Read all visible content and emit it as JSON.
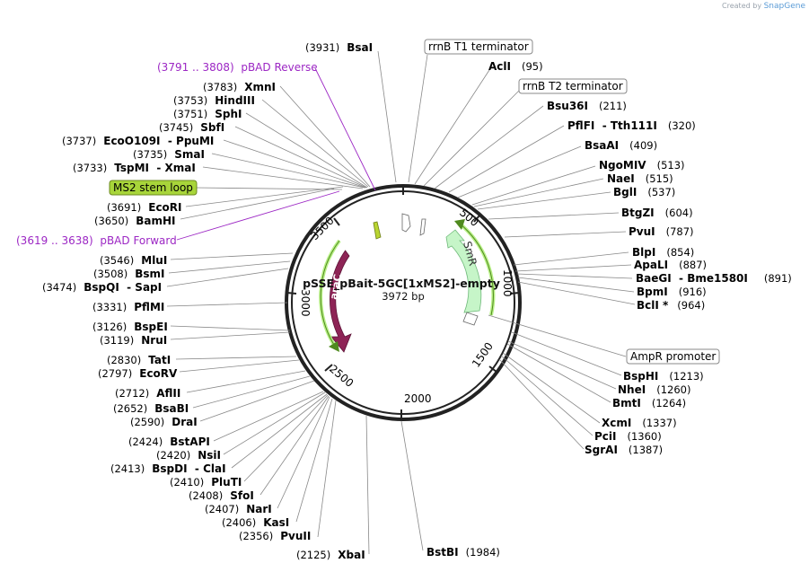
{
  "credit": {
    "prefix": "Created by",
    "brand": "SnapGene"
  },
  "plasmid": {
    "name": "pSSE_pBait-5GC[1xMS2]-empty",
    "size_label": "3972 bp",
    "length": 3972
  },
  "ticks": [
    "500",
    "1000",
    "1500",
    "2000",
    "2500",
    "3000",
    "3500"
  ],
  "boxed_features": [
    {
      "text": "rrnB T1 terminator",
      "style": "white"
    },
    {
      "text": "rrnB T2 terminator",
      "style": "white"
    },
    {
      "text": "AmpR promoter",
      "style": "white"
    },
    {
      "text": "MS2 stem loop",
      "style": "green"
    }
  ],
  "primer_features": [
    {
      "text": "(3791 .. 3808)  pBAD Reverse"
    },
    {
      "text": "(3619 .. 3638)  pBAD Forward"
    }
  ],
  "map_features": [
    {
      "label": "araC",
      "color": "#8e2456"
    },
    {
      "label": "SmR",
      "color": "#c6f5c8"
    }
  ],
  "sites": [
    {
      "name": "BsaI",
      "pos": "(3931)"
    },
    {
      "name": "XmnI",
      "pos": "(3783)"
    },
    {
      "name": "HindIII",
      "pos": "(3753)"
    },
    {
      "name": "SphI",
      "pos": "(3751)"
    },
    {
      "name": "SbfI",
      "pos": "(3745)"
    },
    {
      "name": "EcoO109I  - PpuMI",
      "pos": "(3737)"
    },
    {
      "name": "SmaI",
      "pos": "(3735)"
    },
    {
      "name": "TspMI  - XmaI",
      "pos": "(3733)"
    },
    {
      "name": "EcoRI",
      "pos": "(3691)"
    },
    {
      "name": "BamHI",
      "pos": "(3650)"
    },
    {
      "name": "MluI",
      "pos": "(3546)"
    },
    {
      "name": "BsmI",
      "pos": "(3508)"
    },
    {
      "name": "BspQI  - SapI",
      "pos": "(3474)"
    },
    {
      "name": "PflMI",
      "pos": "(3331)"
    },
    {
      "name": "BspEI",
      "pos": "(3126)"
    },
    {
      "name": "NruI",
      "pos": "(3119)"
    },
    {
      "name": "TatI",
      "pos": "(2830)"
    },
    {
      "name": "EcoRV",
      "pos": "(2797)"
    },
    {
      "name": "AflII",
      "pos": "(2712)"
    },
    {
      "name": "BsaBI",
      "pos": "(2652)"
    },
    {
      "name": "DraI",
      "pos": "(2590)"
    },
    {
      "name": "BstAPI",
      "pos": "(2424)"
    },
    {
      "name": "NsiI",
      "pos": "(2420)"
    },
    {
      "name": "BspDI  - ClaI",
      "pos": "(2413)"
    },
    {
      "name": "PluTI",
      "pos": "(2410)"
    },
    {
      "name": "SfoI",
      "pos": "(2408)"
    },
    {
      "name": "NarI",
      "pos": "(2407)"
    },
    {
      "name": "KasI",
      "pos": "(2406)"
    },
    {
      "name": "PvuII",
      "pos": "(2356)"
    },
    {
      "name": "XbaI",
      "pos": "(2125)"
    },
    {
      "name": "BstBI",
      "pos": "(1984)"
    },
    {
      "name": "AclI",
      "pos": "(95)"
    },
    {
      "name": "Bsu36I",
      "pos": "(211)"
    },
    {
      "name": "PflFI  - Tth111I",
      "pos": "(320)"
    },
    {
      "name": "BsaAI",
      "pos": "(409)"
    },
    {
      "name": "NgoMIV",
      "pos": "(513)"
    },
    {
      "name": "NaeI",
      "pos": "(515)"
    },
    {
      "name": "BglI",
      "pos": "(537)"
    },
    {
      "name": "BtgZI",
      "pos": "(604)"
    },
    {
      "name": "PvuI",
      "pos": "(787)"
    },
    {
      "name": "BlpI",
      "pos": "(854)"
    },
    {
      "name": "ApaLI",
      "pos": "(887)"
    },
    {
      "name": "BaeGI  - Bme1580I",
      "pos": "(891)"
    },
    {
      "name": "BpmI",
      "pos": "(916)"
    },
    {
      "name": "BclI *",
      "pos": "(964)"
    },
    {
      "name": "BspHI",
      "pos": "(1213)"
    },
    {
      "name": "NheI",
      "pos": "(1260)"
    },
    {
      "name": "BmtI",
      "pos": "(1264)"
    },
    {
      "name": "XcmI",
      "pos": "(1337)"
    },
    {
      "name": "PciI",
      "pos": "(1360)"
    },
    {
      "name": "SgrAI",
      "pos": "(1387)"
    }
  ]
}
